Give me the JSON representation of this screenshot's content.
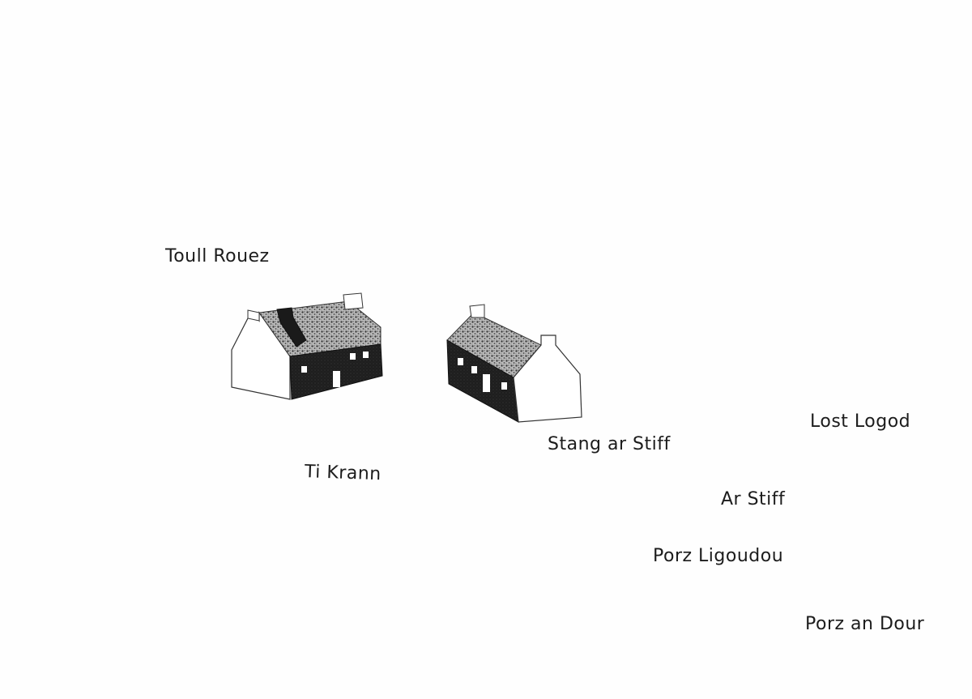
{
  "map": {
    "places": [
      {
        "id": "toull-rouez",
        "name": "Toull Rouez"
      },
      {
        "id": "ti-krann",
        "name": "Ti Krann"
      },
      {
        "id": "stang-ar-stiff",
        "name": "Stang ar Stiff"
      },
      {
        "id": "lost-logod",
        "name": "Lost Logod"
      },
      {
        "id": "ar-stiff",
        "name": "Ar Stiff"
      },
      {
        "id": "porz-ligoudou",
        "name": "Porz Ligoudou"
      },
      {
        "id": "porz-an-dour",
        "name": "Porz an Dour"
      }
    ],
    "colors": {
      "ink": "#1c1c1c",
      "roof": "#9a9a9a",
      "paper": "#fefefe"
    }
  }
}
